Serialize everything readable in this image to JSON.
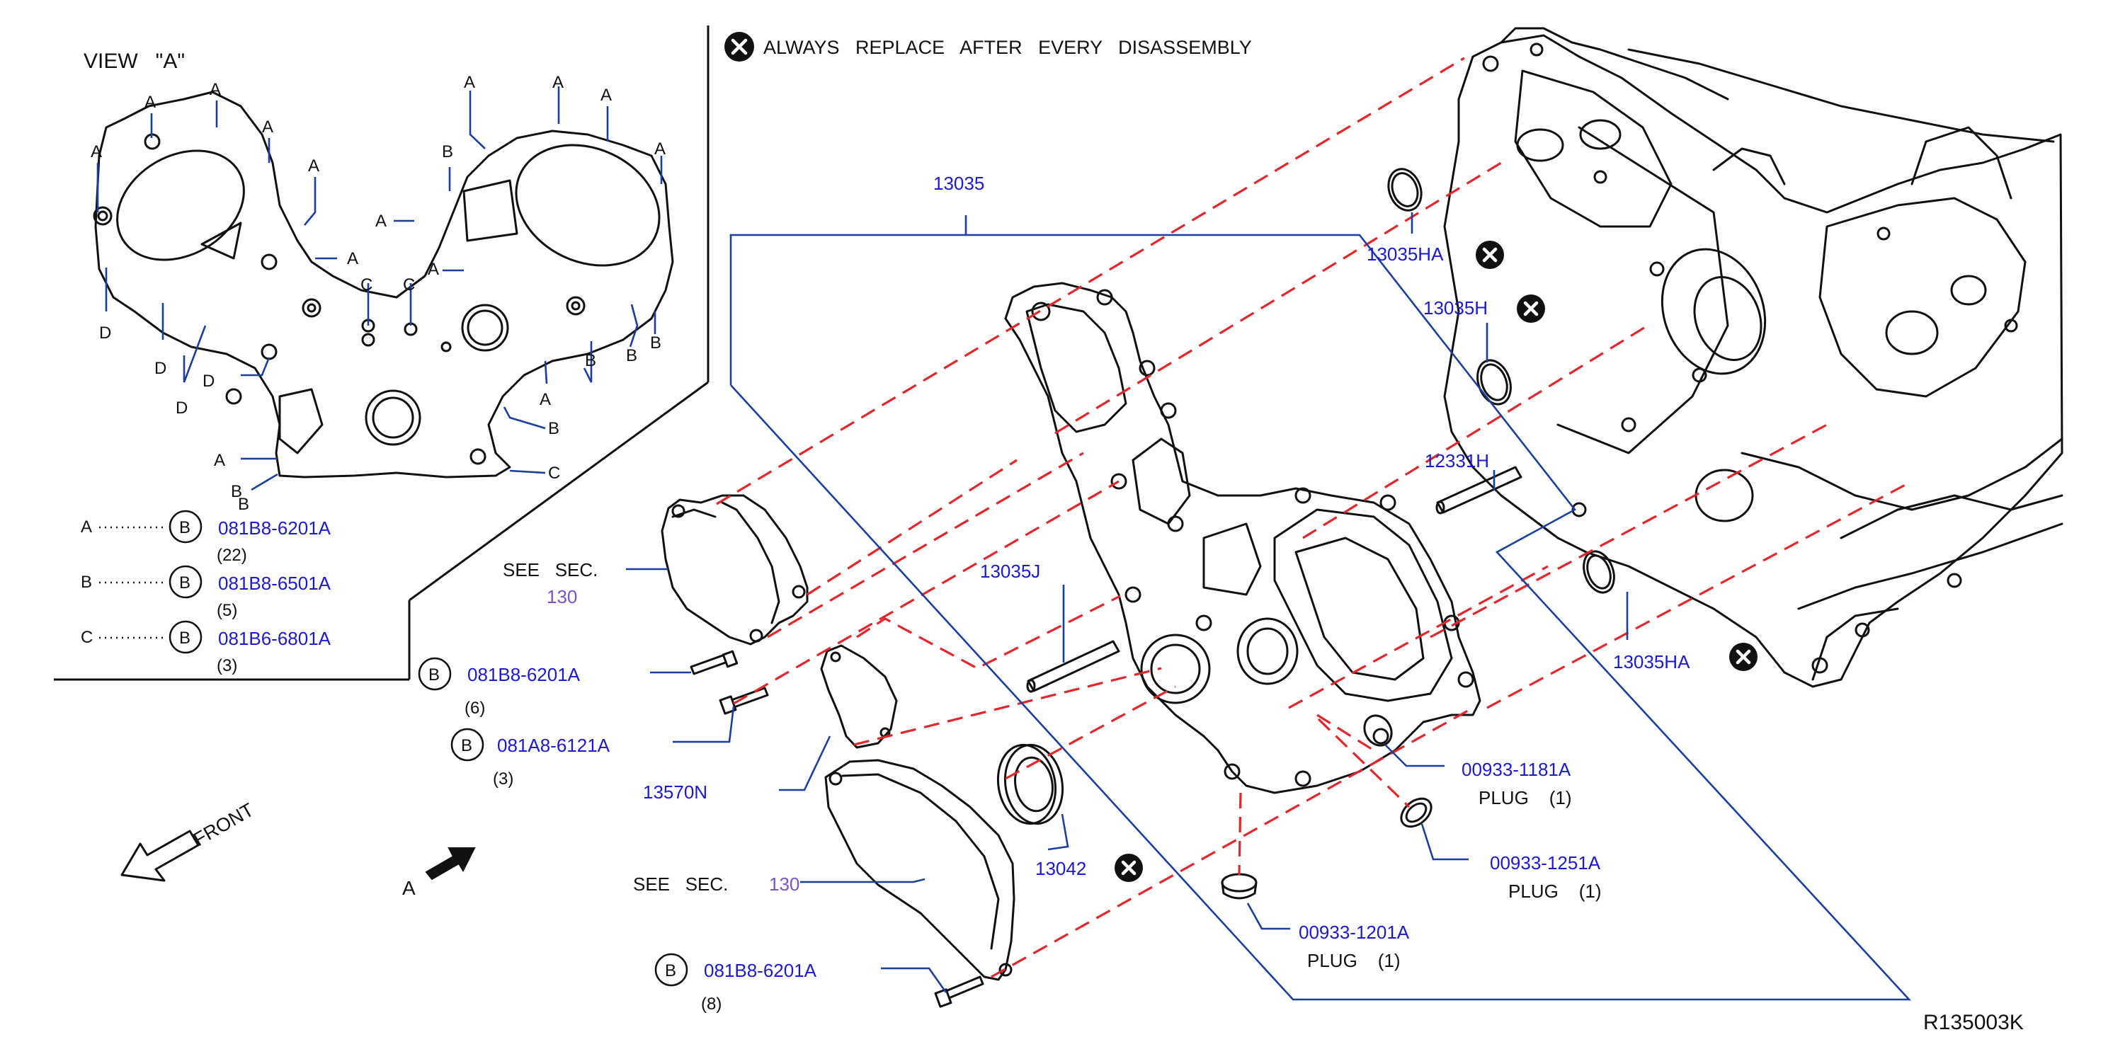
{
  "legend": {
    "icon": "x-circle-icon",
    "text": "ALWAYS   REPLACE   AFTER   EVERY   DISASSEMBLY"
  },
  "view_a": {
    "title": "VIEW   \"A\"",
    "key": [
      {
        "letter": "A",
        "circle": "B",
        "part": "081B8-6201A",
        "qty": "(22)"
      },
      {
        "letter": "B",
        "circle": "B",
        "part": "081B8-6501A",
        "qty": "(5)"
      },
      {
        "letter": "C",
        "circle": "B",
        "part": "081B6-6801A",
        "qty": "(3)"
      }
    ],
    "letters": [
      "A",
      "A",
      "A",
      "A",
      "A",
      "A",
      "A",
      "A",
      "A",
      "A",
      "A",
      "A",
      "A",
      "B",
      "B",
      "B",
      "B",
      "B",
      "B",
      "C",
      "C",
      "C",
      "D",
      "D",
      "D",
      "D",
      "A",
      "B"
    ]
  },
  "callouts": {
    "p13035": "13035",
    "p13035HA_top": "13035HA",
    "p13035H": "13035H",
    "p12331H": "12331H",
    "p13035J": "13035J",
    "p13035HA_bot": "13035HA",
    "see_sec_1": "SEE   SEC.",
    "sec_num_1": "130",
    "bolt1_circle": "B",
    "bolt1_part": "081B8-6201A",
    "bolt1_qty": "(6)",
    "bolt2_circle": "B",
    "bolt2_part": "081A8-6121A",
    "bolt2_qty": "(3)",
    "p13570N": "13570N",
    "see_sec_2": "SEE   SEC.",
    "sec_num_2": "130",
    "p13042": "13042",
    "bolt3_circle": "B",
    "bolt3_part": "081B8-6201A",
    "bolt3_qty": "(8)",
    "plug1_part": "00933-1181A",
    "plug1_label": "PLUG    (1)",
    "plug2_part": "00933-1251A",
    "plug2_label": "PLUG    (1)",
    "plug3_part": "00933-1201A",
    "plug3_label": "PLUG    (1)",
    "front": "FRONT",
    "view_arrow": "A"
  },
  "diagram_code": "R135003K",
  "colors": {
    "part_number": "#1a1ad6",
    "section_ref": "#7a55c8",
    "leader": "#1a3fa0",
    "dashed_guide": "#e3262b",
    "linework": "#111111"
  }
}
